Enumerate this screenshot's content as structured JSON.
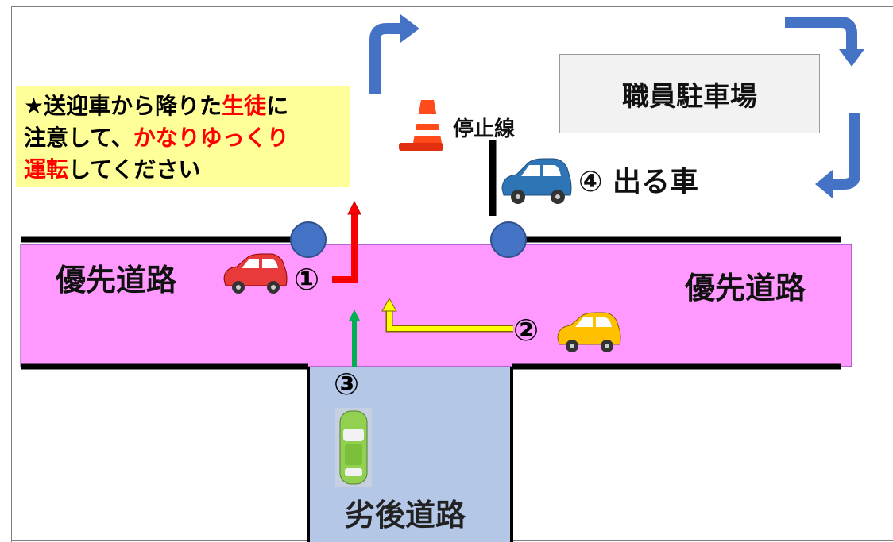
{
  "notice": {
    "line1_pre": "★送迎車から降りた",
    "line1_red": "生徒",
    "line1_post": "に",
    "line2_pre": "注意して、",
    "line2_red": "かなりゆっくり",
    "line3_red": "運転",
    "line3_post": "してください"
  },
  "labels": {
    "priority_road_left": "優先道路",
    "priority_road_right": "優先道路",
    "inferior_road": "劣後道路",
    "staff_parking": "職員駐車場",
    "stop_line": "停止線",
    "num1": "①",
    "num2": "②",
    "num3": "③",
    "exiting_car": "④ 出る車"
  },
  "colors": {
    "priority_road": "#ff99ff",
    "inferior_road": "#b4c7e7",
    "notice_bg": "#ffff99",
    "arrow_blue": "#4472c4",
    "car1": "#e83a3a",
    "car2": "#ffc000",
    "car3": "#92d050",
    "car4": "#2e75b6",
    "path1": "#ff0000",
    "path2": "#ffff00",
    "path3": "#00b050"
  },
  "icons": [
    "traffic-cone-icon",
    "red-car-icon",
    "yellow-car-icon",
    "green-car-icon",
    "blue-car-icon",
    "curved-arrow-icon"
  ]
}
